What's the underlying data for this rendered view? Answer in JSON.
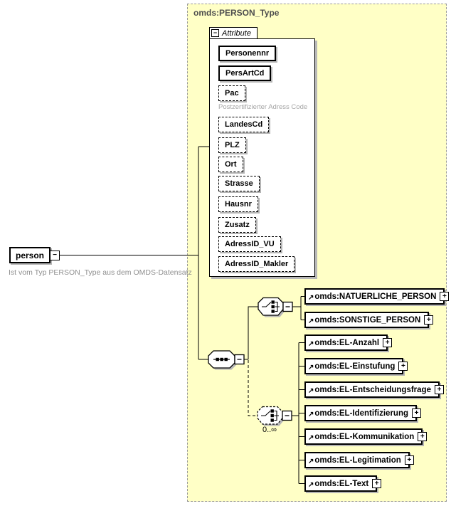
{
  "container": {
    "label": "omds:PERSON_Type"
  },
  "root": {
    "label": "person",
    "annotation": "Ist vom Typ PERSON_Type aus dem OMDS-Datensatz"
  },
  "attributes": {
    "header": "Attribute",
    "items": [
      {
        "label": "Personennr",
        "required": true
      },
      {
        "label": "PersArtCd",
        "required": true
      },
      {
        "label": "Pac",
        "required": false,
        "annotation": "Postzertifizierter Adress Code"
      },
      {
        "label": "LandesCd",
        "required": false
      },
      {
        "label": "PLZ",
        "required": false
      },
      {
        "label": "Ort",
        "required": false
      },
      {
        "label": "Strasse",
        "required": false
      },
      {
        "label": "Hausnr",
        "required": false
      },
      {
        "label": "Zusatz",
        "required": false
      },
      {
        "label": "AdressID_VU",
        "required": false
      },
      {
        "label": "AdressID_Makler",
        "required": false
      }
    ]
  },
  "choice1": {
    "elements": [
      {
        "label": "omds:NATUERLICHE_PERSON"
      },
      {
        "label": "omds:SONSTIGE_PERSON"
      }
    ]
  },
  "choice2": {
    "occurrence": "0..∞",
    "elements": [
      {
        "label": "omds:EL-Anzahl"
      },
      {
        "label": "omds:EL-Einstufung"
      },
      {
        "label": "omds:EL-Entscheidungsfrage"
      },
      {
        "label": "omds:EL-Identifizierung"
      },
      {
        "label": "omds:EL-Kommunikation"
      },
      {
        "label": "omds:EL-Legitimation"
      },
      {
        "label": "omds:EL-Text"
      }
    ]
  },
  "icons": {
    "collapse": "−",
    "expand": "+",
    "reference": "↗"
  },
  "colors": {
    "container_bg": "#ffffc6",
    "box_shadow": "#b8b8b8",
    "annotation_text": "#8f8f8f"
  }
}
